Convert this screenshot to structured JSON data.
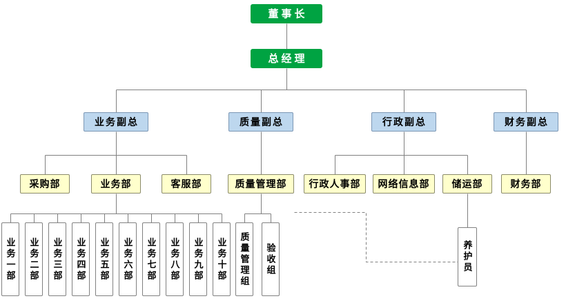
{
  "diagram": {
    "type": "org-chart",
    "colors": {
      "executive_green": "#00a342",
      "vp_blue": "#bdd7ee",
      "dept_yellow": "#ffffcc",
      "line_gray": "#808080"
    },
    "nodes": {
      "chairman": "董事长",
      "general_manager": "总经理",
      "vp_business": "业务副总",
      "vp_quality": "质量副总",
      "vp_admin": "行政副总",
      "vp_finance": "财务副总",
      "purchasing_dept": "采购部",
      "business_dept": "业务部",
      "customer_service_dept": "客服部",
      "quality_mgmt_dept": "质量管理部",
      "admin_hr_dept": "行政人事部",
      "network_info_dept": "网络信息部",
      "storage_transport_dept": "储运部",
      "finance_dept": "财务部",
      "quality_mgmt_group": "质量管理组",
      "acceptance_group": "验收组",
      "maintenance_staff": "养护员"
    },
    "business_units": [
      "业务一部",
      "业务二部",
      "业务三部",
      "业务四部",
      "业务五部",
      "业务六部",
      "业务七部",
      "业务八部",
      "业务九部",
      "业务十部"
    ]
  }
}
